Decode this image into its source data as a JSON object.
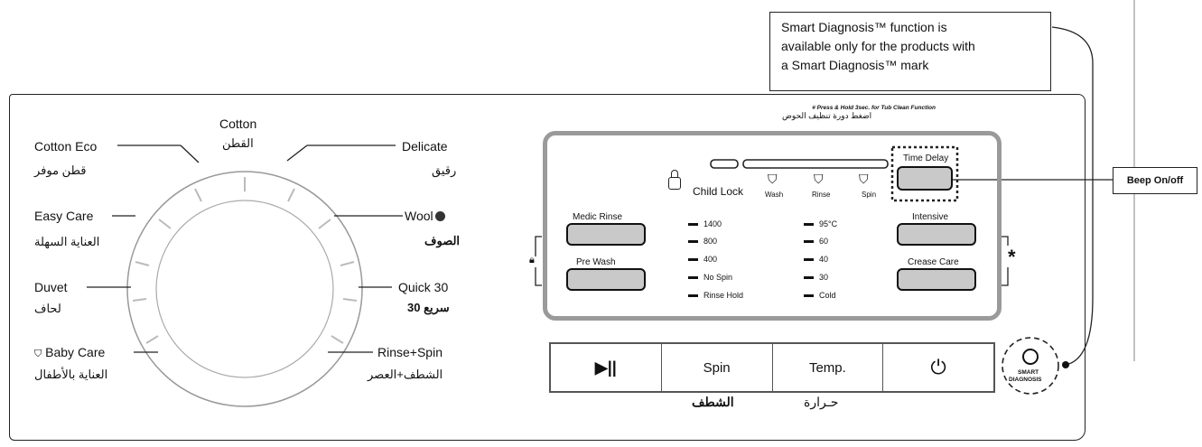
{
  "callout": {
    "line1": "Smart Diagnosis™ function is",
    "line2": "available only for the products with",
    "line3": "a Smart Diagnosis™ mark"
  },
  "beep_label": "Beep On/off",
  "note": {
    "en": "# Press & Hold 3sec. for Tub Clean Function",
    "ar": "اضغط دورة تنظيف الحوض"
  },
  "dial": {
    "cotton": {
      "en": "Cotton",
      "ar": "القطن"
    },
    "cotton_eco": {
      "en": "Cotton Eco",
      "ar": "قطن موفر"
    },
    "easy_care": {
      "en": "Easy Care",
      "ar": "العناية السهلة"
    },
    "duvet": {
      "en": "Duvet",
      "ar": "لحاف"
    },
    "baby_care": {
      "en": "Baby Care",
      "ar": "العناية بالأطفال"
    },
    "delicate": {
      "en": "Delicate",
      "ar": "رقيق"
    },
    "wool": {
      "en": "Wool",
      "ar": "الصوف"
    },
    "quick30": {
      "en": "Quick 30",
      "ar": "سريع 30"
    },
    "rinse_spin": {
      "en": "Rinse+Spin",
      "ar": "الشطف+العصر"
    }
  },
  "display": {
    "child_lock": "Child Lock",
    "stages": [
      "Wash",
      "Rinse",
      "Spin"
    ],
    "buttons": {
      "medic_rinse": "Medic Rinse",
      "pre_wash": "Pre Wash",
      "time_delay": "Time Delay",
      "intensive": "Intensive",
      "crease_care": "Crease Care"
    },
    "spin_options": [
      "1400",
      "800",
      "400",
      "No Spin",
      "Rinse Hold"
    ],
    "temp_options": [
      "95°C",
      "60",
      "40",
      "30",
      "Cold"
    ],
    "asterisk": "*"
  },
  "bottom_buttons": {
    "start_pause": "▶||",
    "spin": "Spin",
    "temp": "Temp.",
    "power": "⏻"
  },
  "bottom_ar": {
    "spin": "الشطف",
    "temp": "حـرارة"
  },
  "smart_mark": {
    "line1": "SMART",
    "line2": "DIAGNOSIS"
  }
}
